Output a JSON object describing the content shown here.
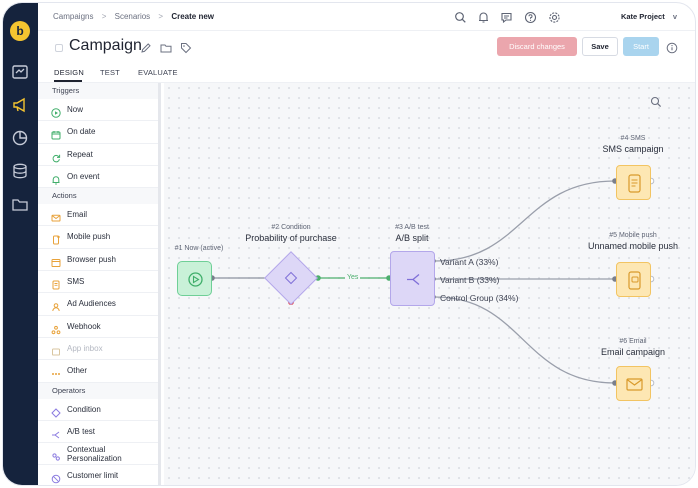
{
  "sidebar_rail": {
    "logo": "b",
    "icons": [
      "campaign-grid-icon",
      "megaphone-icon",
      "analytics-pie-icon",
      "database-icon",
      "folder-icon"
    ],
    "colors": {
      "background": "#15233d",
      "active": "#f4c430",
      "icon": "#c6cbd8"
    }
  },
  "breadcrumb": {
    "items": [
      "Campaigns",
      "Scenarios",
      "Create new"
    ],
    "separator": ">"
  },
  "top_icons": [
    "search-icon",
    "bell-icon",
    "chat-icon",
    "help-icon",
    "settings-icon"
  ],
  "project": {
    "name": "Kate Project",
    "chevron": "v"
  },
  "header": {
    "title": "Campaign",
    "discard_label": "Discard changes",
    "save_label": "Save",
    "start_label": "Start"
  },
  "tabs": [
    {
      "label": "DESIGN",
      "active": true
    },
    {
      "label": "TEST",
      "active": false
    },
    {
      "label": "EVALUATE",
      "active": false
    }
  ],
  "palette": {
    "triggers_title": "Triggers",
    "triggers": [
      {
        "label": "Now",
        "icon": "play-circle-icon"
      },
      {
        "label": "On date",
        "icon": "calendar-icon"
      },
      {
        "label": "Repeat",
        "icon": "repeat-icon"
      },
      {
        "label": "On event",
        "icon": "bell-icon"
      }
    ],
    "actions_title": "Actions",
    "actions": [
      {
        "label": "Email",
        "icon": "envelope-icon"
      },
      {
        "label": "Mobile push",
        "icon": "mobile-push-icon"
      },
      {
        "label": "Browser push",
        "icon": "browser-push-icon"
      },
      {
        "label": "SMS",
        "icon": "sms-icon"
      },
      {
        "label": "Ad Audiences",
        "icon": "audience-icon"
      },
      {
        "label": "Webhook",
        "icon": "webhook-icon"
      },
      {
        "label": "App inbox",
        "icon": "inbox-icon",
        "disabled": true
      },
      {
        "label": "Other",
        "icon": "dots-icon"
      }
    ],
    "operators_title": "Operators",
    "operators": [
      {
        "label": "Condition",
        "icon": "condition-icon"
      },
      {
        "label": "A/B test",
        "icon": "ab-test-icon"
      },
      {
        "label": "Contextual Personalization",
        "icon": "personalization-icon"
      },
      {
        "label": "Customer limit",
        "icon": "limit-icon"
      }
    ]
  },
  "flow": {
    "nodes": [
      {
        "id": "now",
        "step": "#1 Now (active)",
        "label": ""
      },
      {
        "id": "condition",
        "step": "#2 Condition",
        "label": "Probability of purchase"
      },
      {
        "id": "ab",
        "step": "#3 A/B test",
        "label": "A/B split"
      },
      {
        "id": "sms",
        "step": "#4 SMS",
        "label": "SMS campaign"
      },
      {
        "id": "push",
        "step": "#5 Mobile push",
        "label": "Unnamed mobile push"
      },
      {
        "id": "email",
        "step": "#6 Email",
        "label": "Email campaign"
      }
    ],
    "edge_yes": "Yes",
    "ab_variants": [
      "Variant A (33%)",
      "Variant B (33%)",
      "Control Group (34%)"
    ],
    "colors": {
      "trigger": "#c9f1d8",
      "operator": "#ddd7f7",
      "action": "#fde7b3",
      "yes": "#4cae6d",
      "no": "#e0464e"
    }
  }
}
